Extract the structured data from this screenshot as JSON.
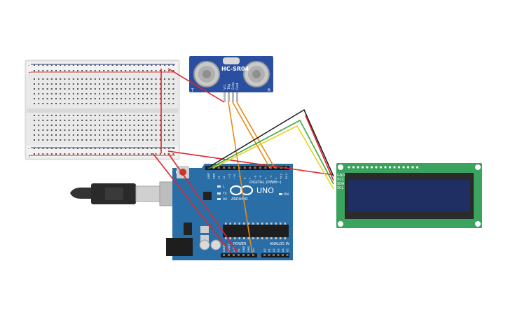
{
  "sensor": {
    "label": "HC-SR04",
    "pins": [
      "Vcc",
      "Trig",
      "Echo",
      "Gnd"
    ],
    "corner_mark": "T",
    "corner_mark_right": "R"
  },
  "arduino": {
    "brand": "ARDUINO",
    "model": "UNO",
    "digital_label": "DIGITAL (PWM~)",
    "power_label": "POWER",
    "analog_label": "ANALOG IN",
    "on_label": "ON",
    "tx_label": "TX",
    "rx_label": "RX",
    "l_label": "L",
    "digital_pins": [
      "AREF",
      "GND",
      "13",
      "12",
      "~11",
      "~10",
      "~9",
      "8",
      "7",
      "~6",
      "~5",
      "4",
      "~3",
      "2",
      "TX 1",
      "RX 0"
    ],
    "power_pins": [
      "IOREF",
      "RESET",
      "3.3V",
      "5V",
      "GND",
      "GND",
      "Vin"
    ],
    "analog_pins": [
      "A0",
      "A1",
      "A2",
      "A3",
      "A4",
      "A5"
    ]
  },
  "lcd": {
    "pins": [
      "GND",
      "VCC",
      "SDA",
      "SCL"
    ]
  },
  "colors": {
    "wire_red": "#e0262b",
    "wire_black": "#222222",
    "wire_orange": "#e88a18",
    "wire_yellow": "#e6d21c",
    "wire_green": "#3fa845",
    "arduino_blue": "#2a6ea8",
    "lcd_green": "#3aa35d",
    "lcd_screen": "#1f2f63",
    "sensor_blue": "#2a4fa0"
  }
}
